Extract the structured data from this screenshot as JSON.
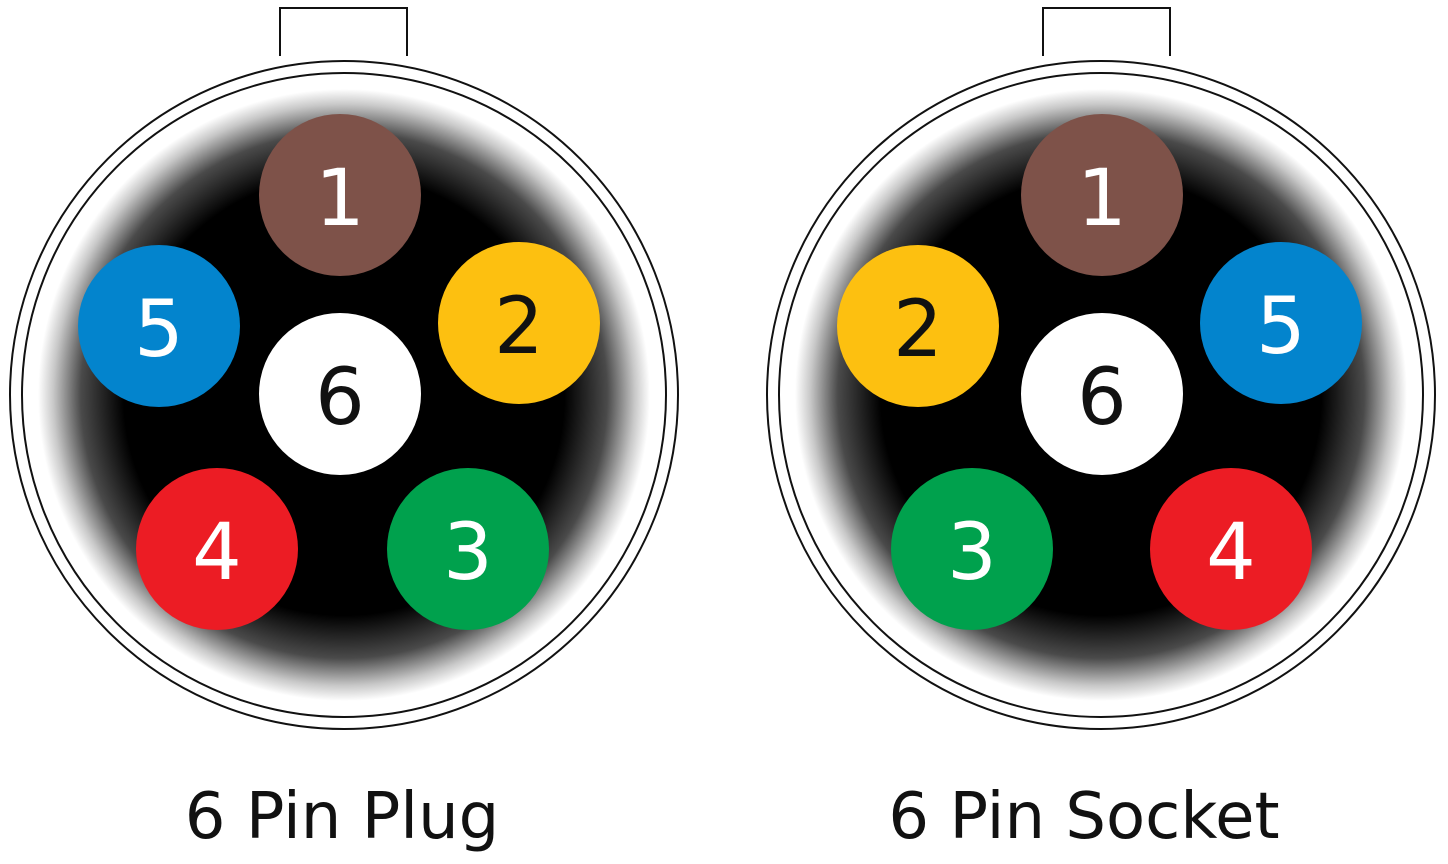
{
  "connectors": [
    {
      "label": "6 Pin Plug",
      "pins": [
        {
          "number": "1",
          "color": "#7E5249",
          "text_color": "#ffffff"
        },
        {
          "number": "2",
          "color": "#FDC010",
          "text_color": "#111111"
        },
        {
          "number": "3",
          "color": "#00A14D",
          "text_color": "#ffffff"
        },
        {
          "number": "4",
          "color": "#EC1C24",
          "text_color": "#ffffff"
        },
        {
          "number": "5",
          "color": "#0384CD",
          "text_color": "#ffffff"
        },
        {
          "number": "6",
          "color": "#ffffff",
          "text_color": "#111111"
        }
      ]
    },
    {
      "label": "6 Pin Socket",
      "pins": [
        {
          "number": "1",
          "color": "#7E5249",
          "text_color": "#ffffff"
        },
        {
          "number": "2",
          "color": "#FDC010",
          "text_color": "#111111"
        },
        {
          "number": "5",
          "color": "#0384CD",
          "text_color": "#ffffff"
        },
        {
          "number": "6",
          "color": "#ffffff",
          "text_color": "#111111"
        },
        {
          "number": "3",
          "color": "#00A14D",
          "text_color": "#ffffff"
        },
        {
          "number": "4",
          "color": "#EC1C24",
          "text_color": "#ffffff"
        }
      ]
    }
  ]
}
